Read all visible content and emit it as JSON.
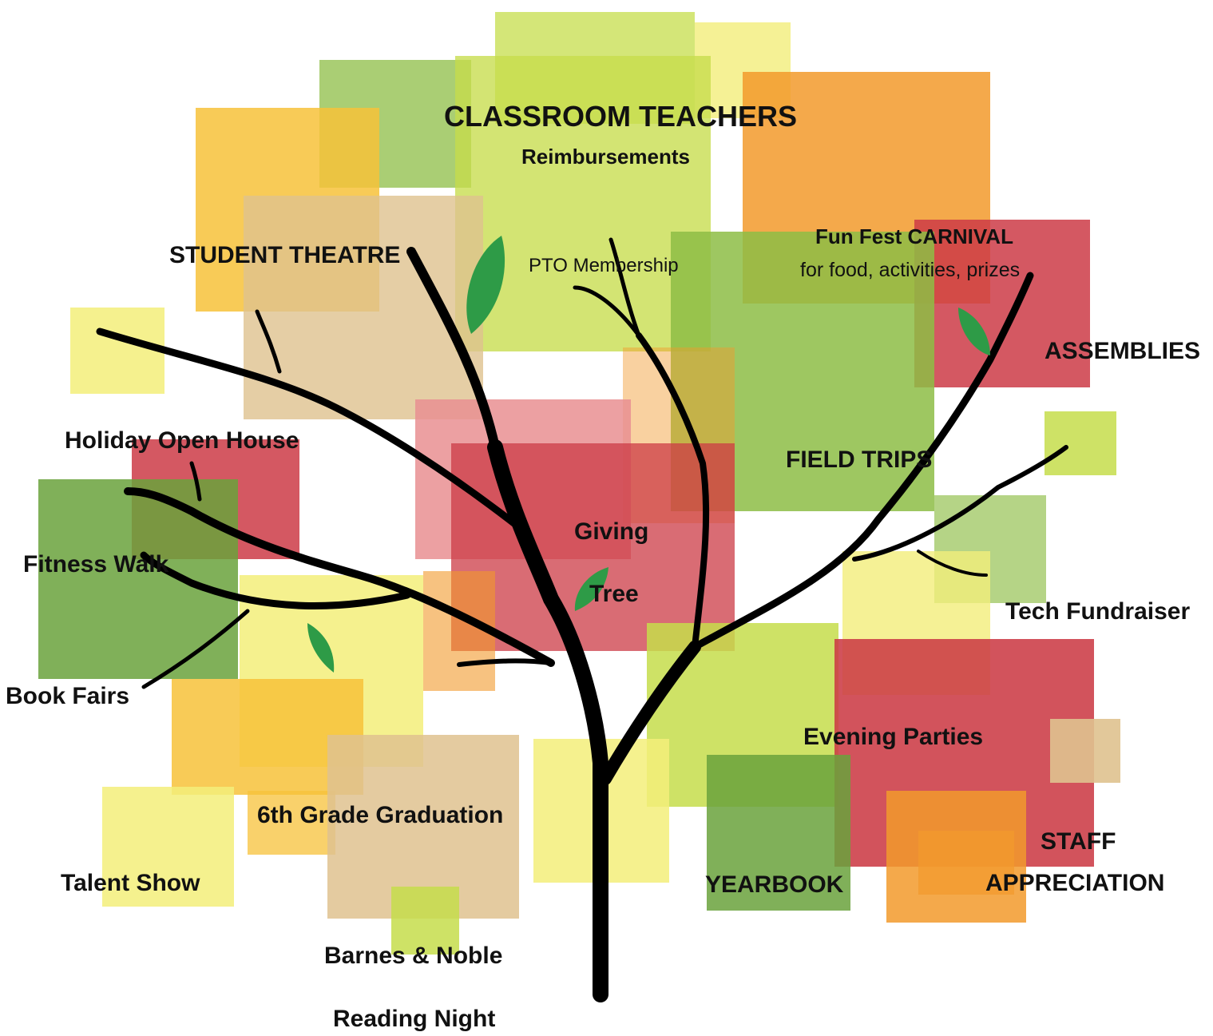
{
  "colors": {
    "yellow": "#f6e24a",
    "light_yellow": "#f3ee7a",
    "lime": "#c6dd4b",
    "green": "#8dbd45",
    "dark_green": "#6aa23c",
    "orange": "#f29a2c",
    "amber": "#f7c23a",
    "red": "#cc3b46",
    "pink": "#e98f92",
    "tan": "#dfc28f",
    "branch": "#000000",
    "leaf": "#2e9b47"
  },
  "labels": {
    "classroom_teachers": "CLASSROOM TEACHERS",
    "reimbursements": "Reimbursements",
    "student_theatre": "STUDENT THEATRE",
    "pto_membership": "PTO Membership",
    "fun_fest_carnival": "Fun Fest CARNIVAL",
    "carnival_detail": "for food, activities, prizes",
    "assemblies": "ASSEMBLIES",
    "holiday_open_house": "Holiday Open House",
    "field_trips": "FIELD TRIPS",
    "giving": "Giving",
    "tree": "Tree",
    "fitness_walk": "Fitness Walk",
    "tech_fundraiser": "Tech Fundraiser",
    "book_fairs": "Book Fairs",
    "evening_parties": "Evening Parties",
    "sixth_grade_graduation": "6th Grade Graduation",
    "staff": "STAFF",
    "appreciation": "APPRECIATION",
    "talent_show": "Talent Show",
    "yearbook": "YEARBOOK",
    "barnes_noble": "Barnes & Noble",
    "reading_night": "Reading Night"
  }
}
